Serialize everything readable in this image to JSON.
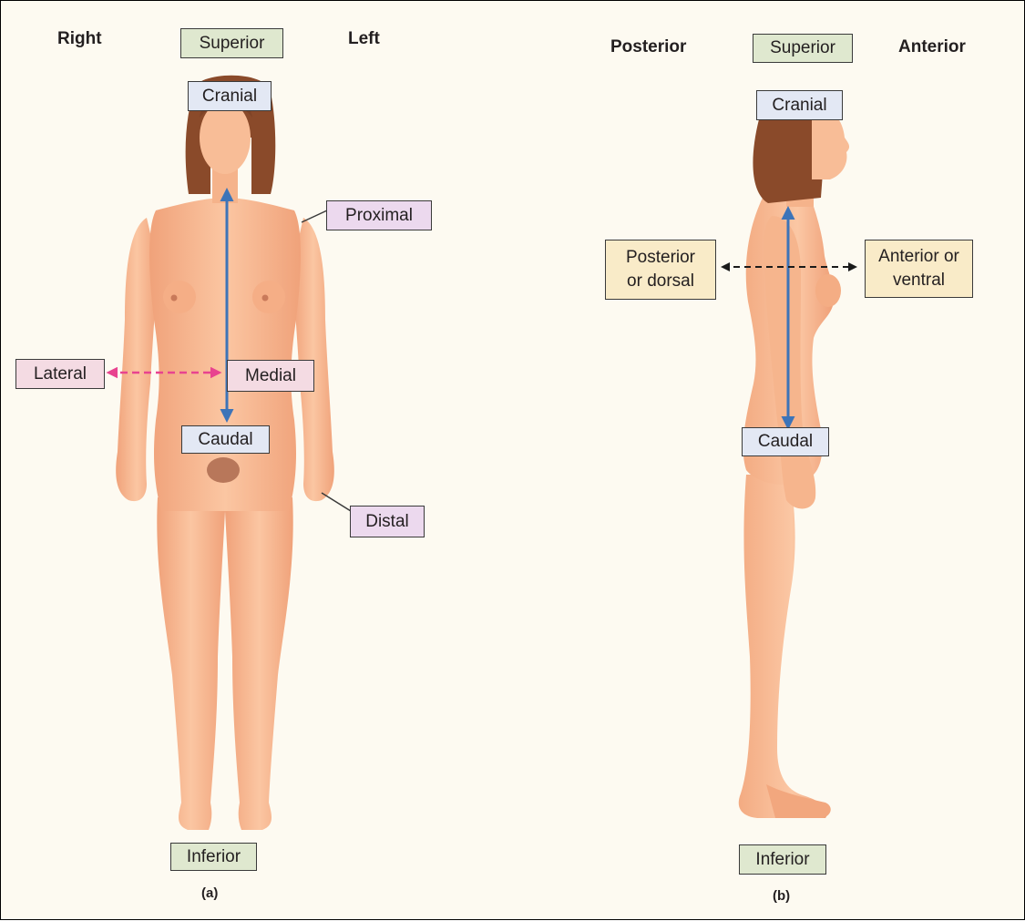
{
  "panel_a": {
    "headings": {
      "right": "Right",
      "left": "Left"
    },
    "labels": {
      "superior": "Superior",
      "cranial": "Cranial",
      "proximal": "Proximal",
      "lateral": "Lateral",
      "medial": "Medial",
      "caudal": "Caudal",
      "distal": "Distal",
      "inferior": "Inferior"
    },
    "caption": "(a)"
  },
  "panel_b": {
    "headings": {
      "posterior": "Posterior",
      "anterior": "Anterior"
    },
    "labels": {
      "superior": "Superior",
      "cranial": "Cranial",
      "posterior_line1": "Posterior",
      "posterior_line2": "or dorsal",
      "anterior_line1": "Anterior or",
      "anterior_line2": "ventral",
      "caudal": "Caudal",
      "inferior": "Inferior"
    },
    "caption": "(b)"
  },
  "colors": {
    "vertical_arrow": "#3d74b8",
    "lateral_medial_arrow": "#e8438f",
    "posterior_anterior_arrow": "#1a1a1a",
    "skin": "#f6b48c",
    "hair": "#8a4a2a"
  }
}
